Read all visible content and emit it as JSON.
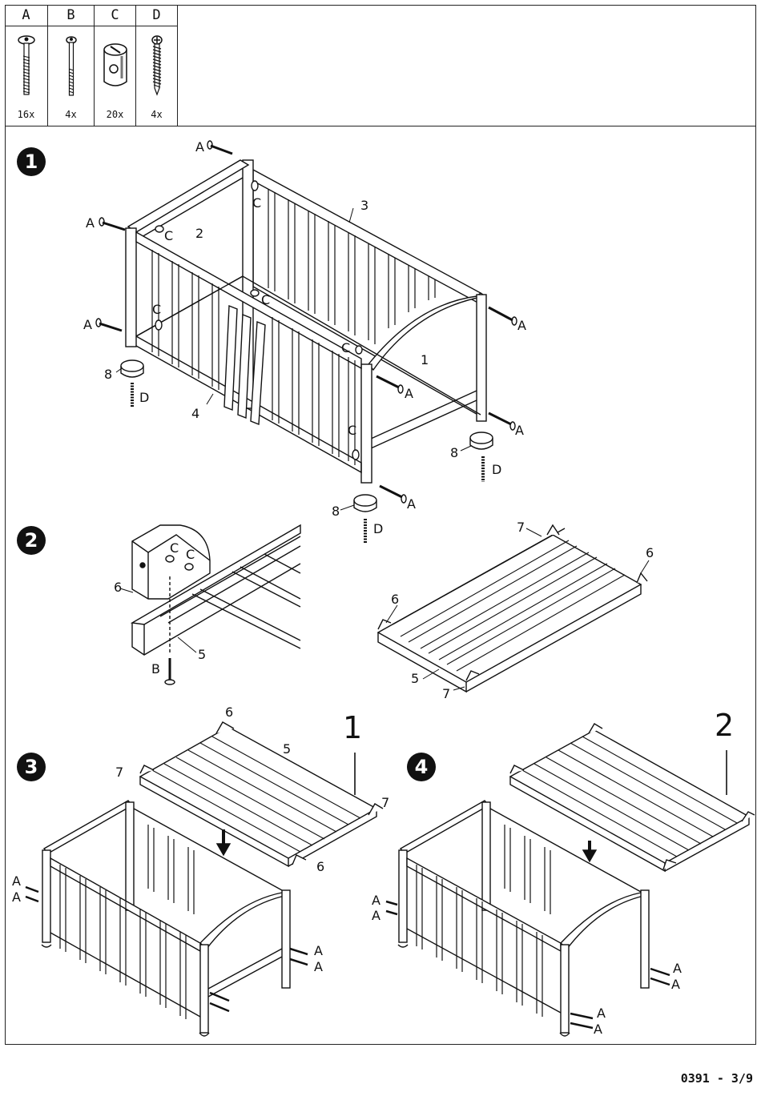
{
  "parts": [
    {
      "letter": "A",
      "qty": "16x",
      "icon": "bolt-icon"
    },
    {
      "letter": "B",
      "qty": "4x",
      "icon": "short-bolt-icon"
    },
    {
      "letter": "C",
      "qty": "20x",
      "icon": "barrel-nut-icon"
    },
    {
      "letter": "D",
      "qty": "4x",
      "icon": "wood-screw-icon"
    }
  ],
  "steps": [
    "1",
    "2",
    "3",
    "4"
  ],
  "step1": {
    "labels": [
      "A",
      "A",
      "A",
      "A",
      "A",
      "A",
      "A",
      "C",
      "C",
      "C",
      "C",
      "C",
      "C",
      "1",
      "2",
      "3",
      "4",
      "8",
      "8",
      "8",
      "D",
      "D",
      "D"
    ]
  },
  "step2": {
    "detail_labels": [
      "C",
      "C",
      "6",
      "5",
      "B"
    ],
    "frame_labels": [
      "7",
      "6",
      "6",
      "5",
      "7"
    ]
  },
  "step3": {
    "position": "1",
    "labels": [
      "6",
      "5",
      "7",
      "7",
      "6",
      "A",
      "A",
      "A",
      "A"
    ]
  },
  "step4": {
    "position": "2",
    "labels": [
      "A",
      "A",
      "A",
      "A",
      "A",
      "A"
    ]
  },
  "page_number": "0391 - 3/9"
}
